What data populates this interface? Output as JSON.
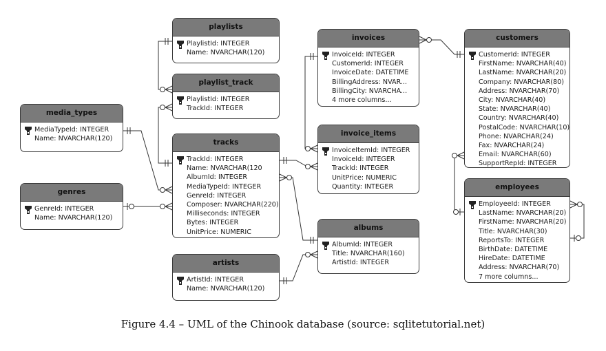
{
  "diagram": {
    "tables": [
      {
        "id": "playlists",
        "name": "playlists",
        "columns": [
          "PlaylistId: INTEGER",
          "Name: NVARCHAR(120)"
        ]
      },
      {
        "id": "playlist_track",
        "name": "playlist_track",
        "columns": [
          "PlaylistId: INTEGER",
          "TrackId: INTEGER"
        ]
      },
      {
        "id": "media_types",
        "name": "media_types",
        "columns": [
          "MediaTypeId: INTEGER",
          "Name: NVARCHAR(120)"
        ]
      },
      {
        "id": "tracks",
        "name": "tracks",
        "columns": [
          "TrackId: INTEGER",
          "Name: NVARCHAR(120",
          "AlbumId: INTEGER",
          "MediaTypeId: INTEGER",
          "GenreId: INTEGER",
          "Composer: NVARCHAR(220)",
          "Milliseconds: INTEGER",
          "Bytes: INTEGER",
          "UnitPrice: NUMERIC"
        ]
      },
      {
        "id": "genres",
        "name": "genres",
        "columns": [
          "GenreId: INTEGER",
          "Name: NVARCHAR(120)"
        ]
      },
      {
        "id": "artists",
        "name": "artists",
        "columns": [
          "ArtistId: INTEGER",
          "Name: NVARCHAR(120)"
        ]
      },
      {
        "id": "invoices",
        "name": "invoices",
        "columns": [
          "InvoiceId: INTEGER",
          "CustomerId: INTEGER",
          "InvoiceDate: DATETIME",
          "BillingAddress: NVAR...",
          "BillingCity: NVARCHA...",
          "4 more columns..."
        ]
      },
      {
        "id": "invoice_items",
        "name": "invoice_items",
        "columns": [
          "InvoiceItemId: INTEGER",
          "InvoiceId: INTEGER",
          "TrackId: INTEGER",
          "UnitPrice: NUMERIC",
          "Quantity: INTEGER"
        ]
      },
      {
        "id": "albums",
        "name": "albums",
        "columns": [
          "AlbumId: INTEGER",
          "Title: NVARCHAR(160)",
          "ArtistId: INTEGER"
        ]
      },
      {
        "id": "customers",
        "name": "customers",
        "columns": [
          "CustomerId: INTEGER",
          "FirstName: NVARCHAR(40)",
          "LastName: NVARCHAR(20)",
          "Company: NVARCHAR(80)",
          "Address: NVARCHAR(70)",
          "City: NVARCHAR(40)",
          "State: NVARCHAR(40)",
          "Country: NVARCHAR(40)",
          "PostalCode: NVARCHAR(10)",
          "Phone: NVARCHAR(24)",
          "Fax: NVARCHAR(24)",
          "Email: NVARCHAR(60)",
          "SupportRepId: INTEGER"
        ]
      },
      {
        "id": "employees",
        "name": "employees",
        "columns": [
          "EmployeeId: INTEGER",
          "LastName: NVARCHAR(20)",
          "FirstName: NVARCHAR(20)",
          "Title: NVARCHAR(30)",
          "ReportsTo: INTEGER",
          "BirthDate: DATETIME",
          "HireDate: DATETIME",
          "Address: NVARCHAR(70)",
          "7 more columns..."
        ]
      }
    ],
    "relationships": [
      {
        "from": "playlists",
        "to": "playlist_track"
      },
      {
        "from": "tracks",
        "to": "playlist_track"
      },
      {
        "from": "media_types",
        "to": "tracks"
      },
      {
        "from": "genres",
        "to": "tracks"
      },
      {
        "from": "albums",
        "to": "tracks"
      },
      {
        "from": "artists",
        "to": "albums"
      },
      {
        "from": "tracks",
        "to": "invoice_items"
      },
      {
        "from": "invoices",
        "to": "invoice_items"
      },
      {
        "from": "customers",
        "to": "invoices"
      },
      {
        "from": "employees",
        "to": "customers"
      },
      {
        "from": "employees",
        "to": "employees"
      }
    ],
    "colors": {
      "header": "#7a7a7a",
      "border": "#3a3a3a",
      "line": "#333333"
    }
  },
  "caption": "Figure 4.4 – UML of the Chinook database (source: sqlitetutorial.net)"
}
